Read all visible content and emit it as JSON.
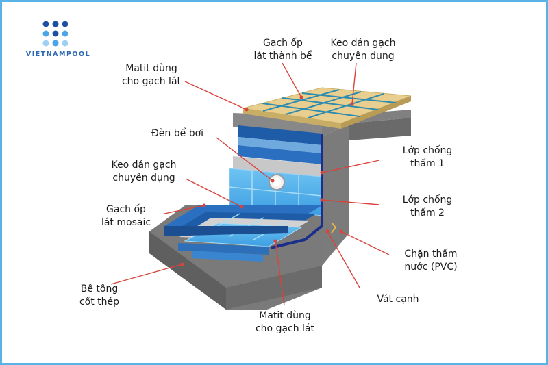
{
  "brand": {
    "name": "VIETNAMPOOL"
  },
  "colors": {
    "leader": "#d9433b",
    "frame": "#5ab3e6",
    "logo": "#2a67b3"
  },
  "labels": {
    "matit_top": [
      "Matit dùng",
      "cho gạch lát"
    ],
    "gach_op_thanh_be": [
      "Gạch ốp",
      "lát thành bể"
    ],
    "keo_dan_top": [
      "Keo dán gạch",
      "chuyên dụng"
    ],
    "den_be_boi": [
      "Đèn bể bơi"
    ],
    "keo_dan_left": [
      "Keo dán gạch",
      "chuyên dụng"
    ],
    "gach_op_mosaic": [
      "Gạch ốp",
      "lát mosaic"
    ],
    "be_tong": [
      "Bê tông",
      "cốt thép"
    ],
    "matit_bottom": [
      "Matit dùng",
      "cho gạch lát"
    ],
    "lop_chong_tham_1": [
      "Lớp chống",
      "thấm 1"
    ],
    "lop_chong_tham_2": [
      "Lớp chống",
      "thấm 2"
    ],
    "chan_tham_nuoc": [
      "Chặn thấm",
      "nước (PVC)"
    ],
    "vat_canh": [
      "Vát cạnh"
    ]
  }
}
